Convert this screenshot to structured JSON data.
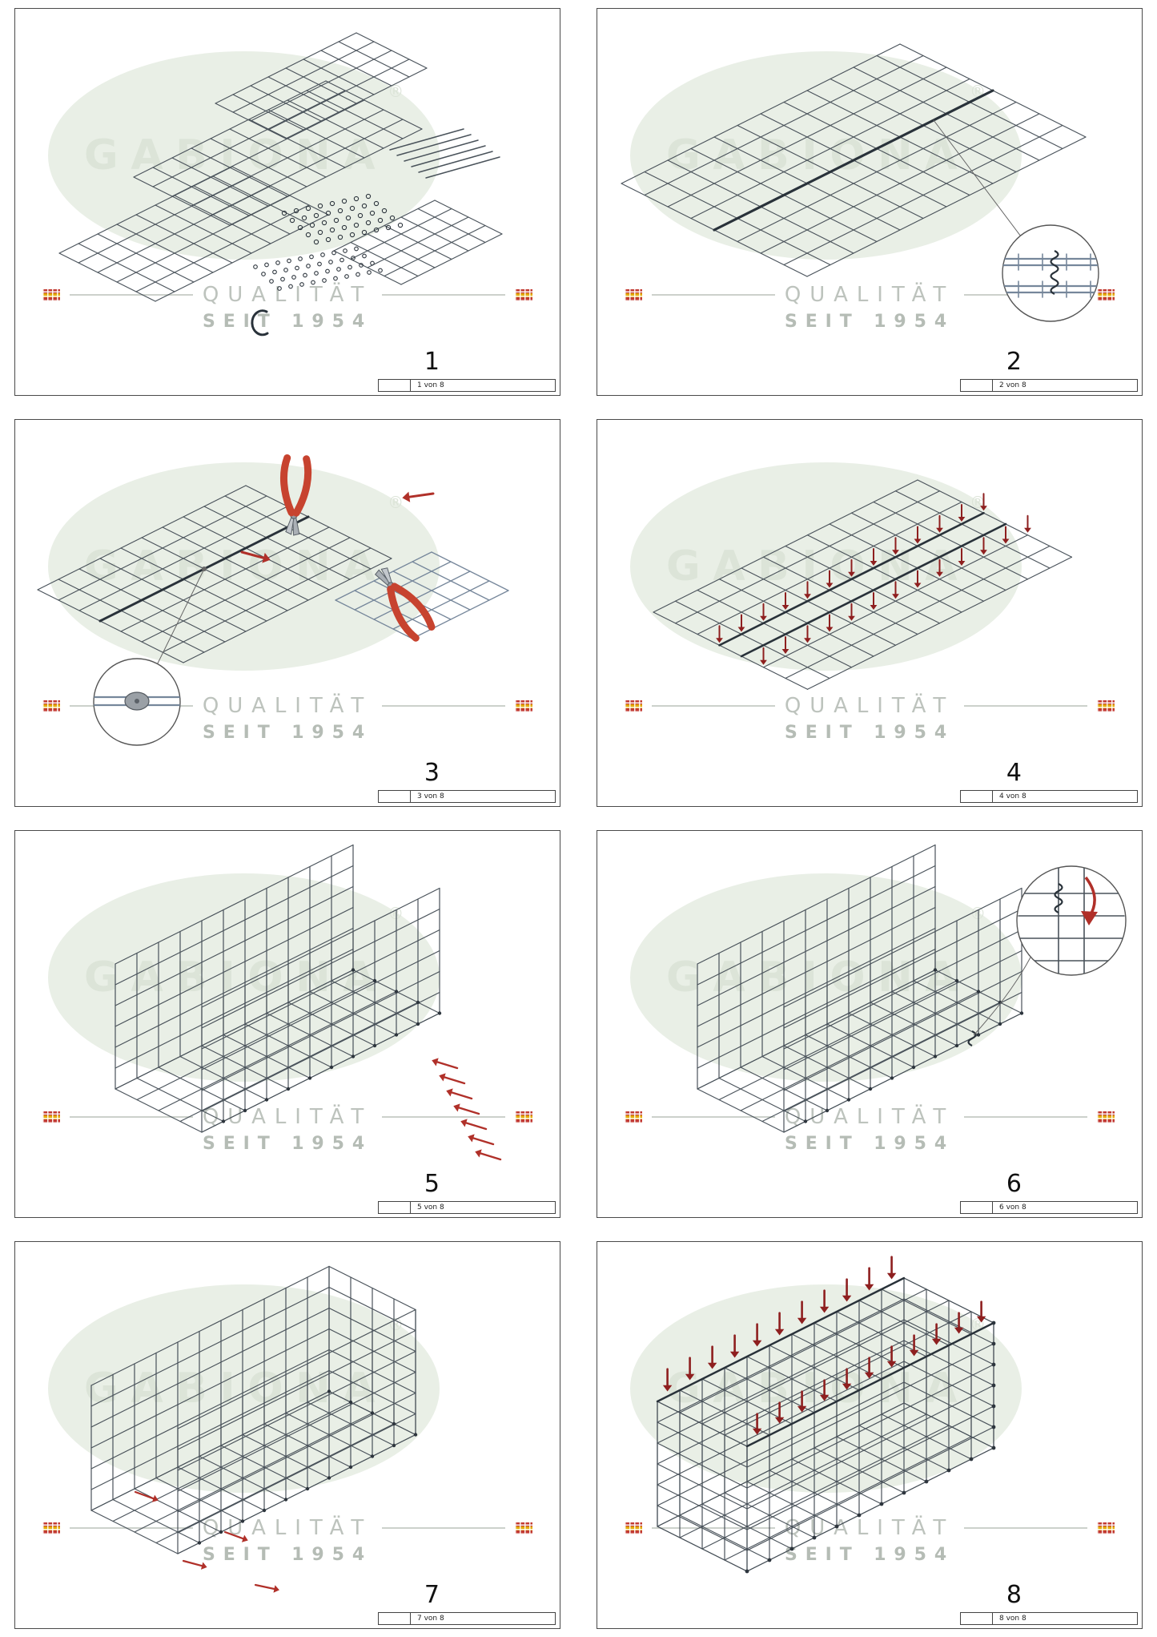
{
  "watermark": {
    "brand": "GABIONA",
    "registered": "®",
    "quality": "QUALITÄT",
    "since": "SEIT 1954"
  },
  "panels": [
    {
      "number": "1",
      "footer": "1 von 8"
    },
    {
      "number": "2",
      "footer": "2 von 8"
    },
    {
      "number": "3",
      "footer": "3 von 8"
    },
    {
      "number": "4",
      "footer": "4 von 8"
    },
    {
      "number": "5",
      "footer": "5 von 8"
    },
    {
      "number": "6",
      "footer": "6 von 8"
    },
    {
      "number": "7",
      "footer": "7 von 8"
    },
    {
      "number": "8",
      "footer": "8 von 8"
    }
  ],
  "colors": {
    "mesh": "#49525a",
    "heavy": "#29323a",
    "blue": "#76879b",
    "red": "#b03029",
    "dark_red": "#8e1f1f",
    "pliers": "#c7432f",
    "watermark_bg": "#e9efe6"
  }
}
